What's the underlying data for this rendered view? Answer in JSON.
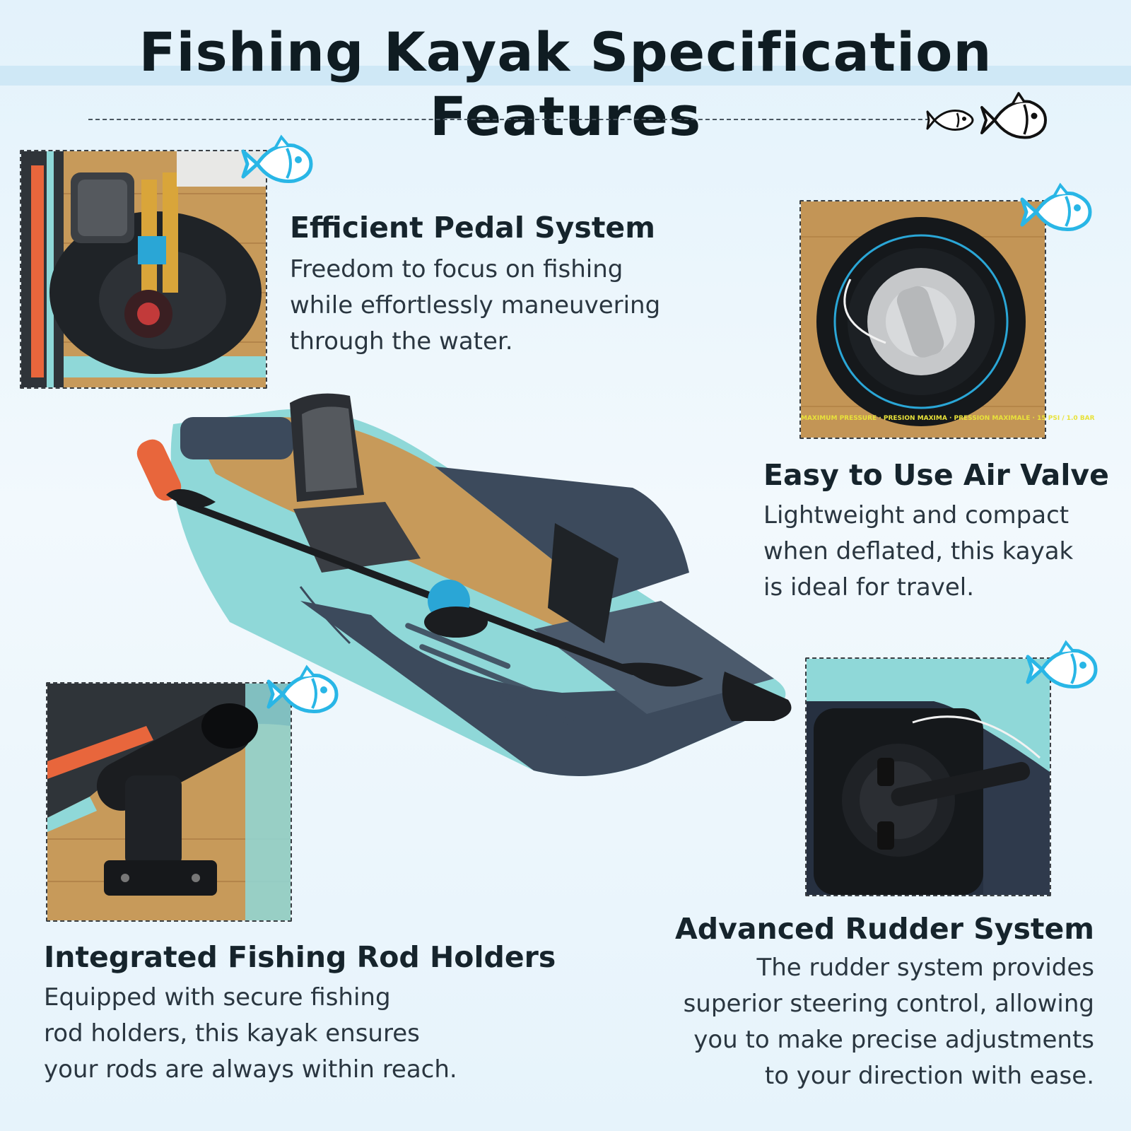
{
  "header": {
    "title": "Fishing Kayak Specification Features"
  },
  "features": {
    "pedal": {
      "title": "Efficient Pedal System",
      "lines": [
        "Freedom to focus on fishing",
        "while effortlessly maneuvering",
        "through the water."
      ]
    },
    "valve": {
      "title": "Easy to Use Air Valve",
      "lines": [
        "Lightweight and compact",
        "when deflated, this kayak",
        "is ideal for travel."
      ],
      "stamp_text": "MAXIMUM PRESSURE · PRESION MAXIMA · PRESSION MAXIMALE · 15 PSI / 1.0 BAR"
    },
    "rod": {
      "title": "Integrated Fishing Rod Holders",
      "lines": [
        "Equipped with secure fishing",
        "rod holders, this kayak ensures",
        "your rods are always within reach."
      ]
    },
    "rudder": {
      "title": "Advanced Rudder System",
      "lines": [
        "The rudder system provides",
        "superior steering control, allowing",
        "you to make precise adjustments",
        "to your direction with ease."
      ]
    }
  },
  "colors": {
    "accent_fish": "#29b6e6",
    "kayak_aqua": "#8fd8d8",
    "kayak_navy": "#3c4a5c",
    "deck_wood": "#c79a5a",
    "accent_orange": "#e8663c"
  }
}
